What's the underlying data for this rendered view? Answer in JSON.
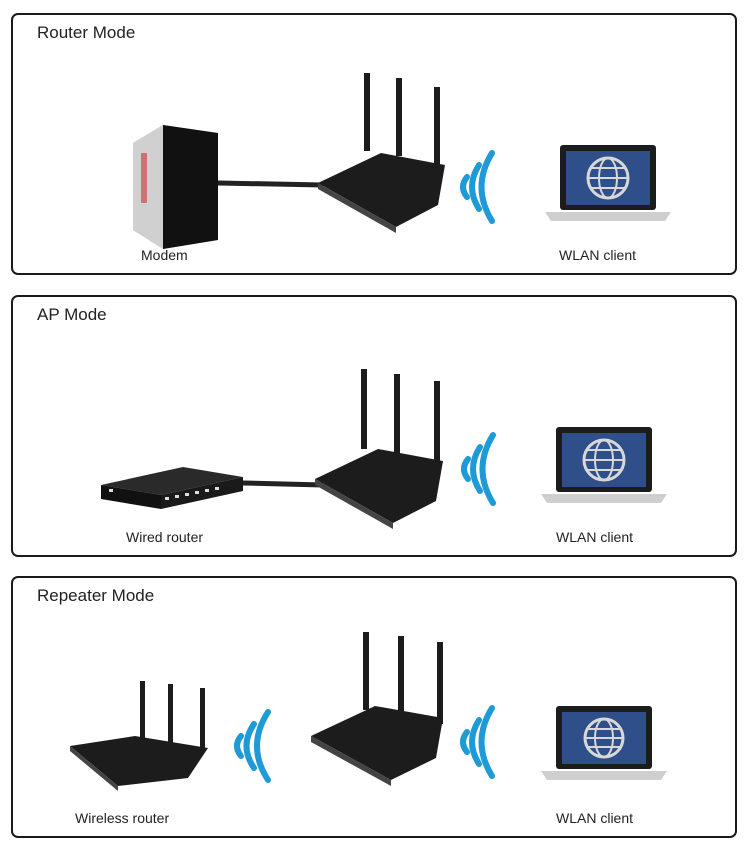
{
  "panels": [
    {
      "title": "Router Mode",
      "labels": {
        "source": "Modem",
        "client": "WLAN client"
      }
    },
    {
      "title": "AP Mode",
      "labels": {
        "source": "Wired router",
        "client": "WLAN client"
      }
    },
    {
      "title": "Repeater Mode",
      "labels": {
        "source": "Wireless router",
        "client": "WLAN client"
      }
    }
  ],
  "colors": {
    "signal": "#1e9ad6",
    "device": "#1c1c1c",
    "screen": "#2f4f8a",
    "border": "#1a1a1a"
  }
}
